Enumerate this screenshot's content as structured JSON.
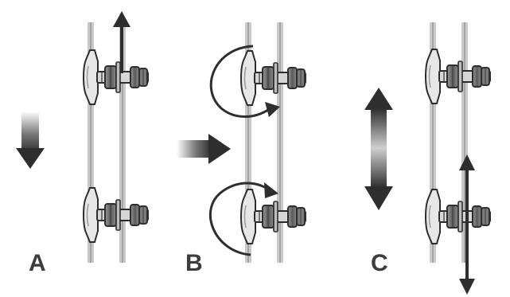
{
  "panels": [
    {
      "id": "a",
      "label": "A"
    },
    {
      "id": "b",
      "label": "B"
    },
    {
      "id": "c",
      "label": "C"
    }
  ],
  "colors": {
    "background": "#ffffff",
    "ink": "#2e2e2e",
    "wire_dark": "#8f8f8f",
    "wire_light": "#c9c9c9",
    "clamp_fill": "#e7e7e7",
    "nut_fill": "#6a6a6a",
    "letter": "#3c3c3c"
  },
  "icons": [
    "wire-clamp-icon",
    "arrow-up-icon",
    "arrow-down-icon",
    "double-arrow-icon",
    "rotate-arrow-icon",
    "fade-arrow-icon"
  ]
}
